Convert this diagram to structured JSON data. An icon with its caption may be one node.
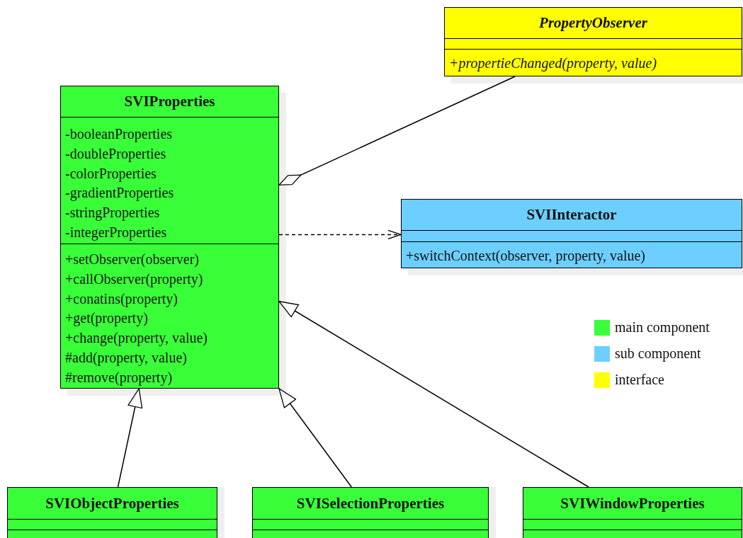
{
  "diagram": {
    "nodes": [
      {
        "text": [
          "PropertyObserver"
        ]
      },
      {
        "text": [],
        "shape": "box",
        "in": 0
      },
      {
        "text": [
          "+propertieChanged(property, value)"
        ],
        "in": 0
      },
      {
        "text": [
          "SVIProperties"
        ]
      },
      {
        "text": [
          "-booleanProperties",
          "-doubleProperties",
          "-colorProperties",
          "-gradientProperties",
          "-stringProperties",
          "-integerProperties"
        ],
        "in": 3
      },
      {
        "text": [
          "+setObserver(observer)",
          "+callObserver(property)",
          "+conatins(property)",
          "+get(property)",
          "+change(property, value)",
          "#add(property, value)",
          "#remove(property)"
        ],
        "in": 3
      },
      {
        "text": [
          "SVIInteractor"
        ]
      },
      {
        "text": [],
        "shape": "box",
        "in": 6
      },
      {
        "text": [
          "+switchContext(observer, property, value)"
        ],
        "in": 6
      },
      {
        "text": [
          "SVIObjectProperties"
        ]
      },
      {
        "text": [],
        "shape": "box",
        "in": 9
      },
      {
        "text": [],
        "shape": "box",
        "in": 9
      },
      {
        "text": [
          "SVISelectionProperties"
        ]
      },
      {
        "text": [],
        "shape": "box",
        "in": 12
      },
      {
        "text": [],
        "shape": "box",
        "in": 12
      },
      {
        "text": [
          "SVIWindowProperties"
        ]
      },
      {
        "text": [],
        "shape": "box",
        "in": 15
      },
      {
        "text": [],
        "shape": "box",
        "in": 15
      }
    ],
    "edges": [
      {
        "from": 0,
        "to": 3,
        "arrow": "other"
      },
      {
        "from": 3,
        "to": 6,
        "arrow": "to",
        "style": "dashed"
      },
      {
        "from": 9,
        "to": 3,
        "arrow": "to"
      },
      {
        "from": 12,
        "to": 3,
        "arrow": "to"
      },
      {
        "from": 15,
        "to": 3,
        "arrow": "to"
      }
    ],
    "legend": [
      {
        "text": "main component",
        "color": "#39ff39"
      },
      {
        "text": "sub component",
        "color": "#6ccfff"
      },
      {
        "text": "interface",
        "color": "#ffff00"
      }
    ]
  }
}
